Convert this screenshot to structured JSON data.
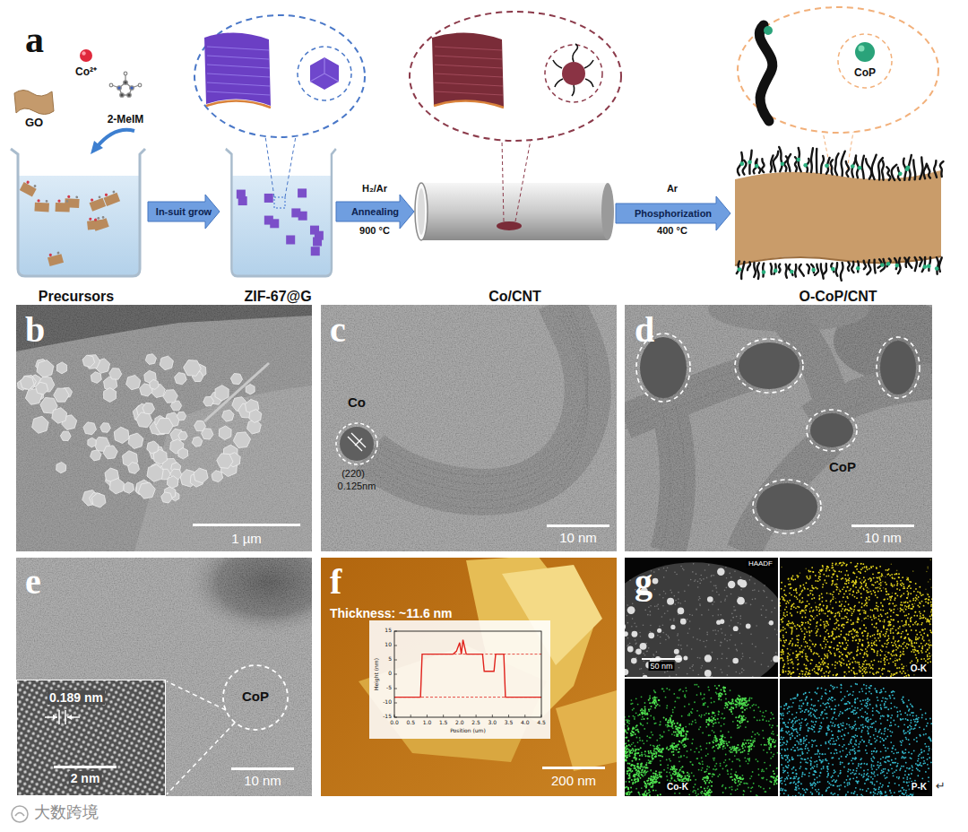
{
  "diagram": {
    "nodes": [
      {
        "text": [
          "Precursors"
        ]
      },
      {
        "text": [
          "ZIF-67@G"
        ]
      },
      {
        "text": [
          "Co/CNT"
        ]
      },
      {
        "text": [
          "O-CoP/CNT"
        ]
      }
    ],
    "edges": [
      {
        "from": 0,
        "to": 1,
        "arrow": "to",
        "label": "In-suit grow"
      },
      {
        "from": 1,
        "to": 2,
        "arrow": "to",
        "label": "Annealing"
      },
      {
        "from": 2,
        "to": 3,
        "arrow": "to",
        "label": "Phosphorization"
      }
    ],
    "labels": [
      "a",
      "GO",
      "Co²⁺",
      "2-MeIM",
      "H₂/Ar",
      "900 °C",
      "Ar",
      "400 °C",
      "CoP",
      "b",
      "1 µm",
      "c",
      "Co",
      "(220)",
      "0.125nm",
      "10 nm",
      "d",
      "CoP",
      "10 nm",
      "e",
      "CoP",
      "0.189 nm",
      "2 nm",
      "10 nm",
      "f",
      "Thickness: ~11.6 nm",
      "Height (nm)",
      "15",
      "10",
      "5",
      "0",
      "-5",
      "-10",
      "-15",
      "Position (um)",
      "0.0",
      "0.5",
      "1.0",
      "1.5",
      "2.0",
      "2.5",
      "3.0",
      "3.5",
      "4.0",
      "4.5",
      "200 nm",
      "g",
      "HAADF",
      "50 nm",
      "O-K",
      "Co-K",
      "P-K",
      "大数跨境",
      "↵"
    ]
  }
}
